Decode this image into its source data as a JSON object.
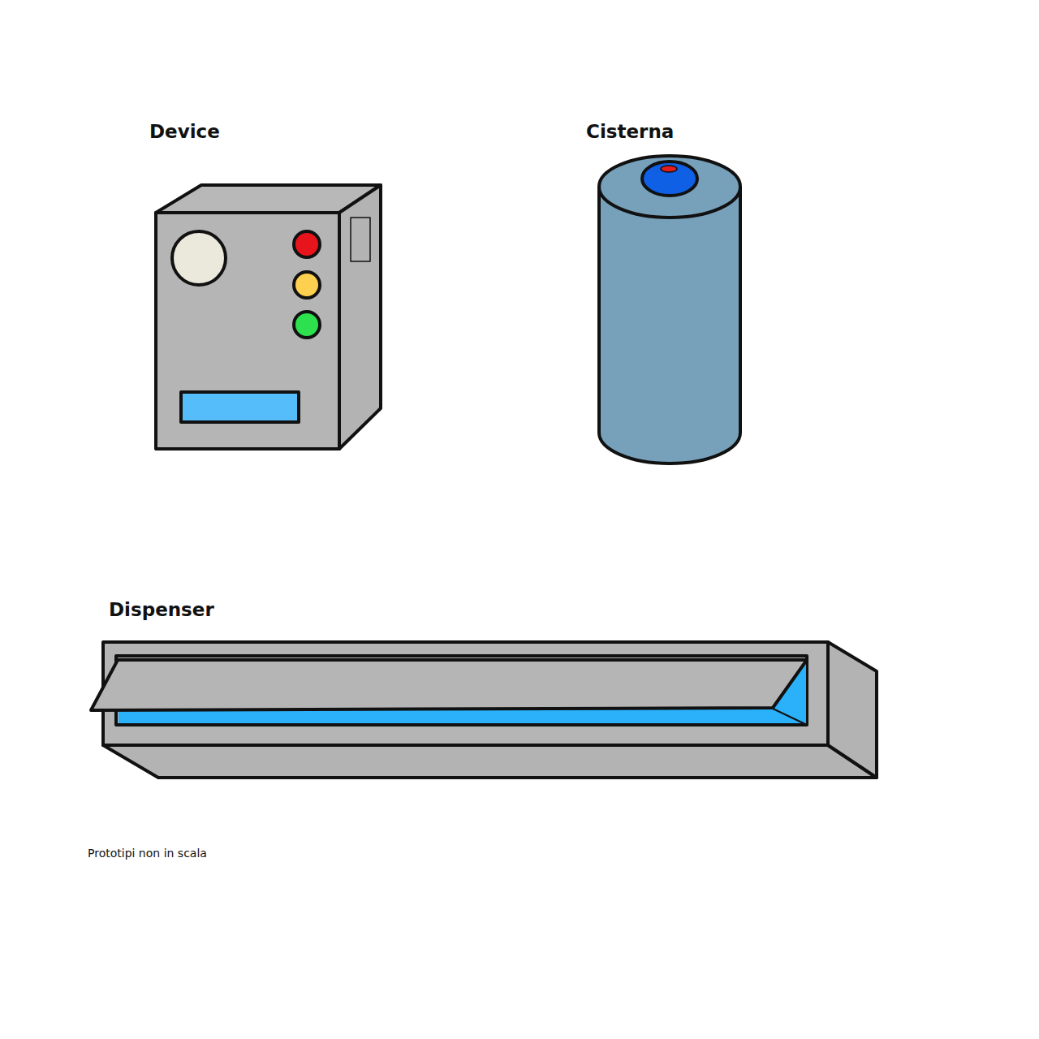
{
  "diagram": {
    "labels": [
      "Device",
      "Cisterna",
      "Dispenser",
      "Prototipi non in scala"
    ]
  }
}
